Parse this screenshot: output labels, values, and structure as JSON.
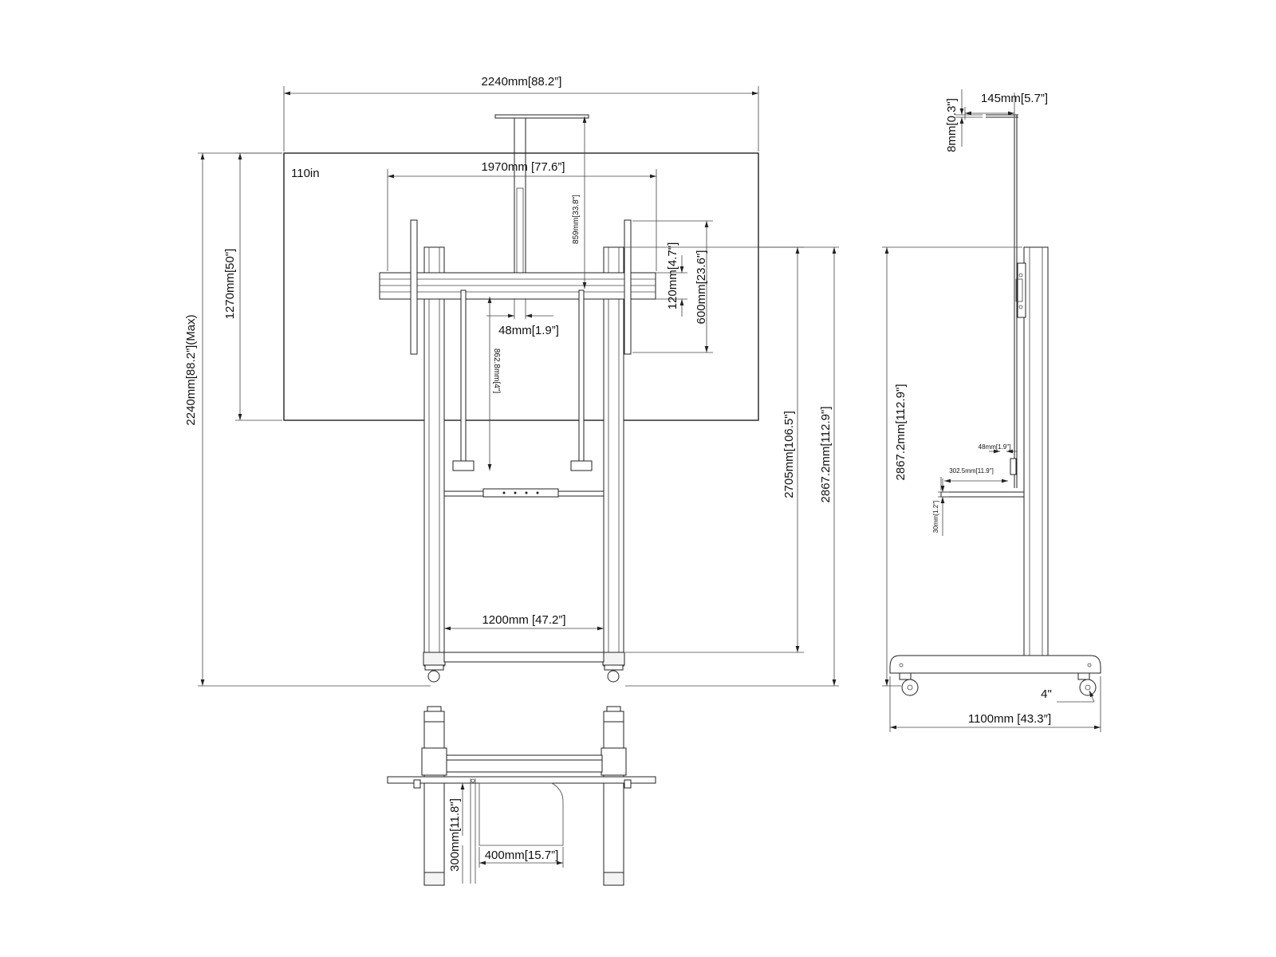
{
  "labels": {
    "screen_size": "110in",
    "overall_width": "2240mm[88.2”]",
    "screen_height": "1270mm[50\"]",
    "max_height": "2240mm[88.2”](Max)",
    "vesa_width": "1970mm [77.6”]",
    "top_mount": "859mm[33.8\"]",
    "pole_width": "48mm[1.9”]",
    "hole_spacing_small": "120mm[4.7\"]",
    "hole_spacing_large": "600mm[23.6\"]",
    "arm_length": "862.8mm[4\"]",
    "mount_height": "2705mm[106.5\"]",
    "total_height_front": "2867.2mm[112.9\"]",
    "base_width": "1200mm [47.2”]",
    "top_offset": "145mm[5.7”]",
    "plate_thickness": "8mm[0.3\"]",
    "total_height_side": "2867.2mm[112.9\"]",
    "shelf_pole": "48mm[1.9\"]",
    "shelf_depth": "302.5mm[11.9\"]",
    "shelf_thickness": "30mm[1.2\"]",
    "caster": "4\"",
    "base_depth": "1100mm [43.3″]",
    "bottom_depth": "300mm[11.8\"]",
    "bottom_width": "400mm[15.7”]"
  }
}
